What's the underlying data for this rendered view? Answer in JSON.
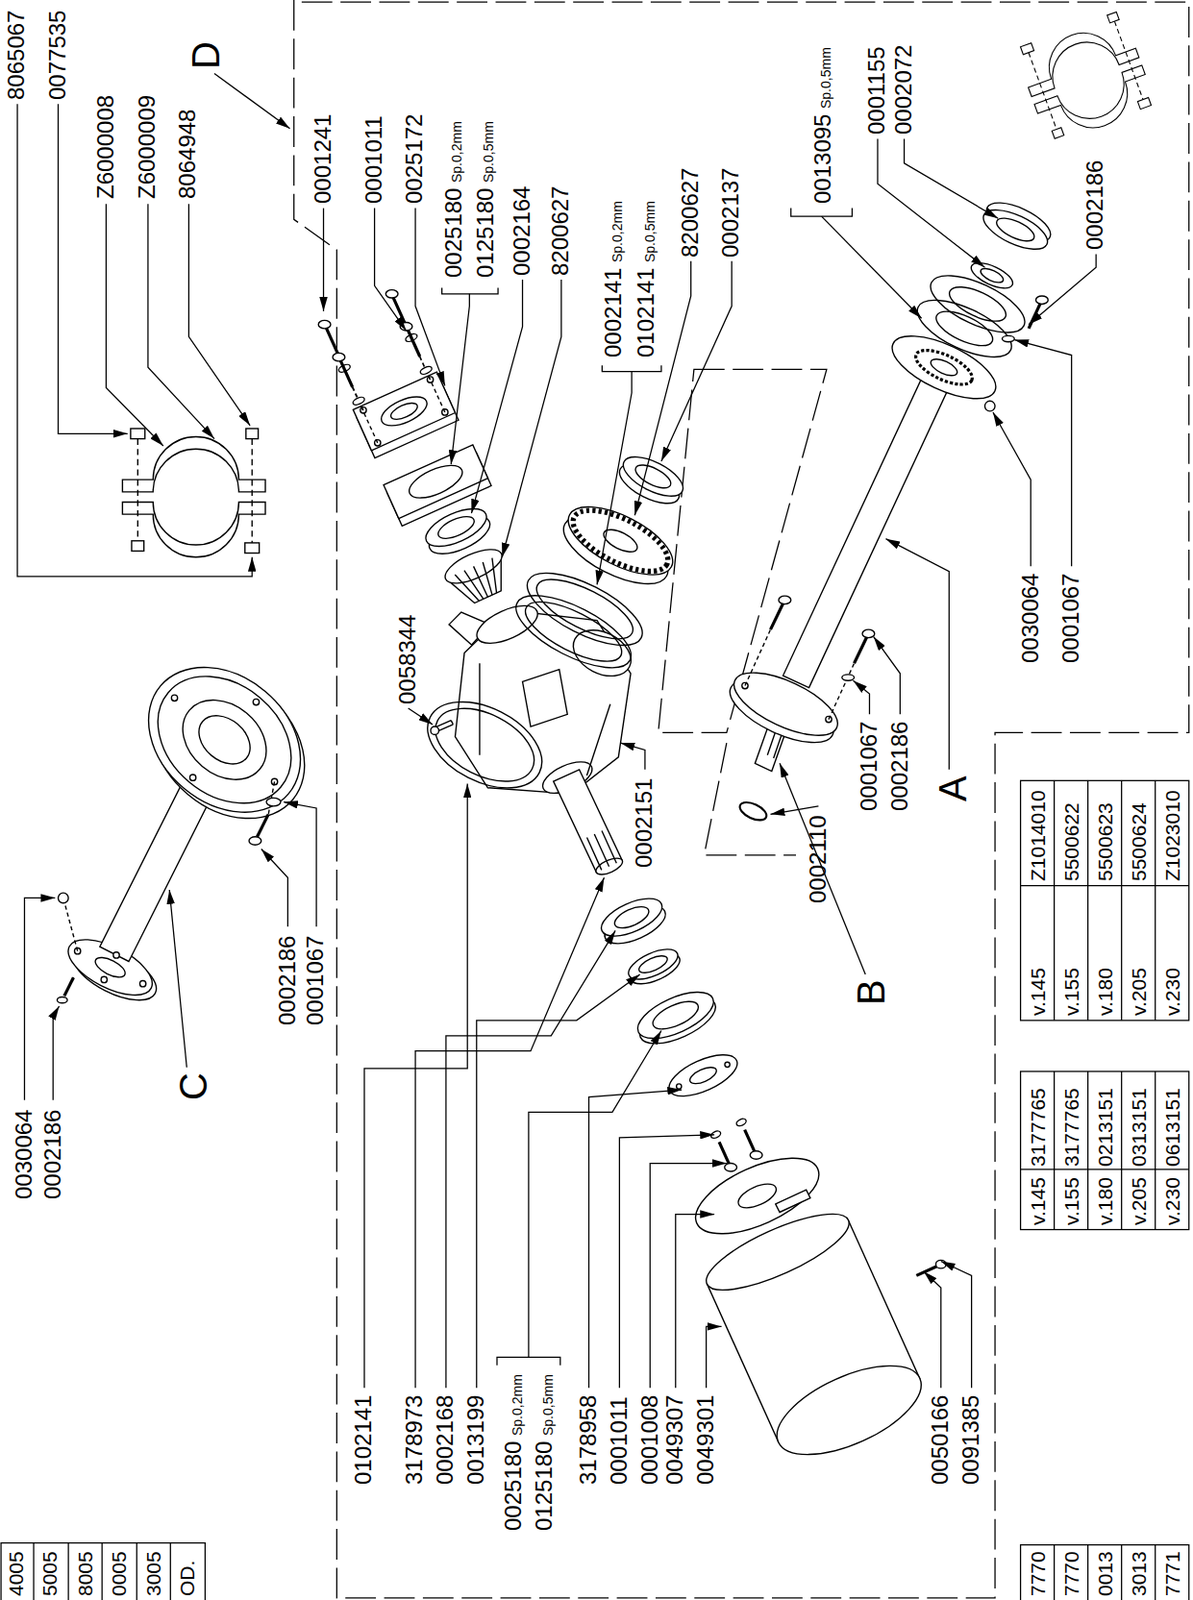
{
  "diagram": {
    "labels": [
      "8065067",
      "0077535",
      "Z6000008",
      "Z6000009",
      "8064948",
      "D",
      "0001241",
      "0001011",
      "0025172",
      "0025180",
      "Sp.0,2mm",
      "0125180",
      "Sp.0,5mm",
      "0002164",
      "8200627",
      "0002141",
      "Sp.0,2mm",
      "0102141",
      "Sp.0,5mm",
      "8200627",
      "0002137",
      "0013095",
      "Sp.0,5mm",
      "0001155",
      "0002072",
      "0002186",
      "0058344",
      "0002151",
      "0002110",
      "0001067",
      "0002186",
      "A",
      "B",
      "0030064",
      "0001067",
      "C",
      "0030064",
      "0002186",
      "0002186",
      "0001067",
      "0102141",
      "3178973",
      "0002168",
      "0013199",
      "0025180",
      "Sp.0,2mm",
      "0125180",
      "Sp.0,5mm",
      "3178958",
      "0001011",
      "0001008",
      "0049307",
      "0049301",
      "0050166",
      "0091385",
      "v.145",
      "Z1014010",
      "v.155",
      "5500622",
      "v.180",
      "5500623",
      "v.205",
      "5500624",
      "v.230",
      "Z1023010",
      "v.145",
      "3177765",
      "v.155",
      "3177765",
      "v.180",
      "0213151",
      "v.205",
      "0313151",
      "v.230",
      "0613151",
      "7770",
      "7770",
      "0013",
      "3013",
      "7771",
      "4005",
      "5005",
      "8005",
      "0005",
      "3005",
      "OD."
    ]
  }
}
